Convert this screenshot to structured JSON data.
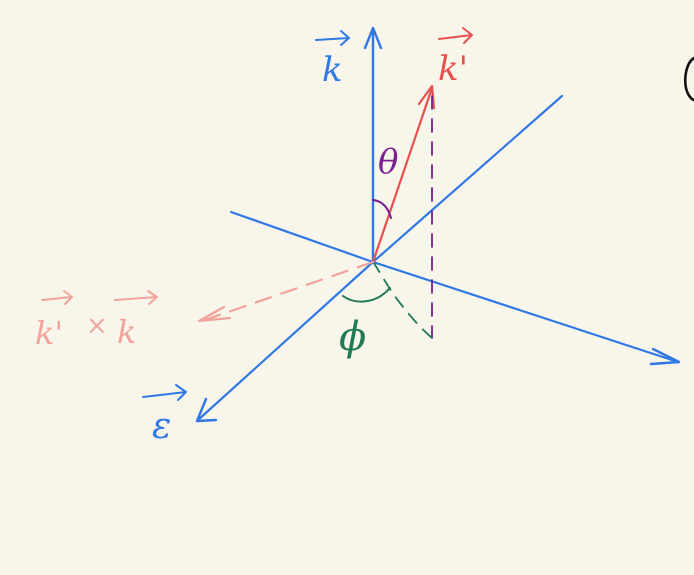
{
  "colors": {
    "background": "#f8f6ea",
    "axis_blue": "#2f78e6",
    "vector_red": "#e6504e",
    "faded_red": "#f3a29c",
    "theta_purple": "#7a1f8f",
    "phi_green": "#1f7a55",
    "dashed_purple": "#7a1f8f",
    "corner_black": "#111111"
  },
  "labels": {
    "k_vec": "k",
    "k_prime_vec": "k'",
    "theta": "θ",
    "phi": "ϕ",
    "epsilon_vec": "ε",
    "cross_term_left": "k'",
    "cross_times": "×",
    "cross_term_right": "k"
  }
}
